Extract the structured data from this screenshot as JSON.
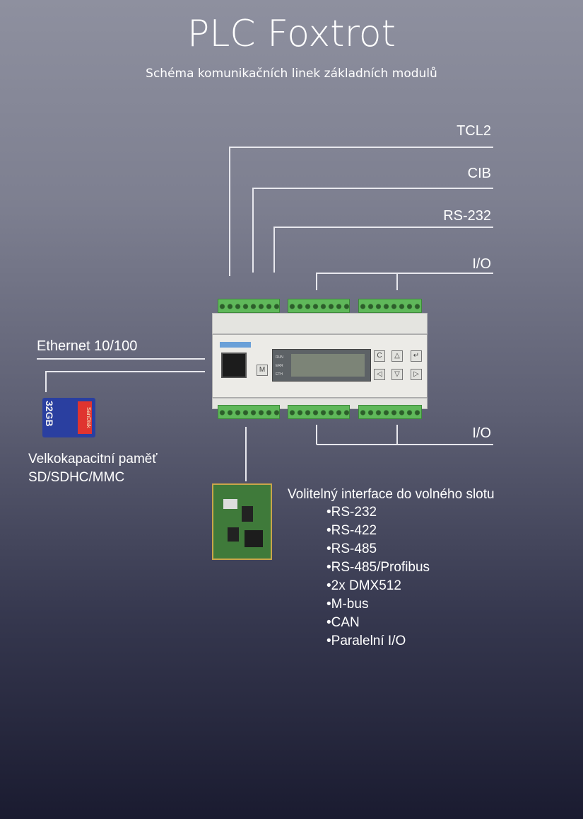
{
  "title": "PLC Foxtrot",
  "subtitle": "Schéma  komunikačních linek základních modulů",
  "lines": {
    "tcl2": "TCL2",
    "cib": "CIB",
    "rs232": "RS-232",
    "io_top": "I/O",
    "io_bottom": "I/O",
    "ethernet": "Ethernet 10/100"
  },
  "device": {
    "buttons": {
      "mode": "M",
      "c": "C",
      "up": "△",
      "enter": "↵",
      "left": "◁",
      "down": "▽",
      "right": "▷"
    },
    "leds": [
      "RUN",
      "ERR",
      "ETH"
    ]
  },
  "sd_card": {
    "capacity": "32GB",
    "brand": "SanDisk",
    "caption_line1": "Velkokapacitní paměť",
    "caption_line2": "SD/SDHC/MMC"
  },
  "interface": {
    "heading": "Volitelný interface do volného slotu",
    "items": [
      "•RS-232",
      "•RS-422",
      "•RS-485",
      "•RS-485/Profibus",
      "•2x DMX512",
      "•M-bus",
      "•CAN",
      "•Paralelní I/O"
    ]
  },
  "colors": {
    "terminal_green": "#5fb85a",
    "sd_blue": "#2a3fa0",
    "sd_red": "#e0342f"
  }
}
